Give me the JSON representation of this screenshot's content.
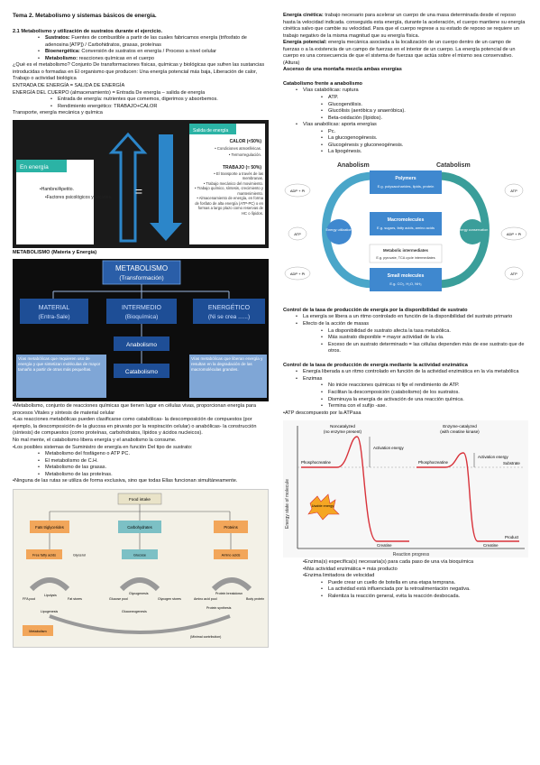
{
  "left": {
    "title": "Tema 2. Metabolismo y sistemas básicos de energía.",
    "section": "2.1 Metabolismo y utilización de sustratos durante el ejercicio.",
    "defs": [
      {
        "term": "Sustratos:",
        "text": " Fuentes de combustible a partir de las cuales fabricamos energía (trifosfato de adenosina [ATP]) / Carbohidratos, grasas, proteínas"
      },
      {
        "term": "Bioenergética:",
        "text": " Conversión de sustratos en energía / Proceso a nivel celular"
      },
      {
        "term": "Metabolismo:",
        "text": " reacciones químicas en el cuerpo"
      }
    ],
    "q": "¿Qué es el metabolismo? Conjunto De transformaciones físicas, químicas y biológicas que sufren las sustancias introducidas o formadas en El organismo que producen: Una energía potencial más baja, Liberación de calor, Trabajo o actividad biológica",
    "line1": "ENTRADA DE ENERGÍA = SALIDA DE ENERGÍA",
    "line2": "ENERGÍA DEL CUERPO (almacenamiento) = Entrada De energía – salida de energía",
    "sub1": "Entrada de energía: nutrientes que comemos, digerimos y absorbemos.",
    "sub2": "Rendimiento energético: TRABAJO+CALOR",
    "line3": "Transporte, energía mecánica y química",
    "metab_title": "METABOLISMO (Materia y Energía)",
    "p1": "•Metabolismo, conjunto de reacciones químicas que tienen lugar en células vivas, proporcionan energía para procesos Vitales y síntesis de material celular",
    "p2": "•Las reacciones metabólicas pueden clasificarse como catabólicas- la descomposición de compuestos (por ejemplo, la descomposición de la glucosa en piruvato por la respiración celular) o anabólicas- la construcción (síntesis) de compuestos (como proteínas, carbohidratos, lípidos y ácidos nucleicos).",
    "p3": "No mal mente, el catabolismo libera energía y el anabolismo la consume.",
    "p4": "•Los posibles sistemas de Suministro de energía en función Del tipo de sustrato:",
    "systems": [
      "Metabolismo del fosfágeno o ATP PC.",
      "El metabolismo de C.H.",
      "Metabolismo de las grasas.",
      "Metabolismo de las proteínas."
    ],
    "p5": "•Ninguna de las rutas se utiliza de forma exclusiva, sino que todas Ellas funcionan simultáneamente."
  },
  "fig_energy": {
    "input_title": "En energía",
    "input_items": [
      "•Hambre/Apetito.",
      "•Factores psicológicos y sociales."
    ],
    "output_title": "Salida de energía",
    "heat_title": "CALOR (<50%)",
    "heat_items": [
      "• Condiciones atmosféricas.",
      "• Termorregulación."
    ],
    "work_title": "TRABAJO (≈ 50%)",
    "work_items": [
      "• El transporte a través de las membranas.",
      "• Trabajo mecánico del movimiento.",
      "• Trabajo químico, síntesis, crecimiento y mantenimiento.",
      "• Almacenamiento de energía, en forma de fosfato de alta energía (ATP-PC) o en formas a largo plazo como reservas de HC o lípidos."
    ]
  },
  "fig_meta": {
    "top1": "METABOLISMO",
    "top2": "(Transformación)",
    "b1a": "MATERIAL",
    "b1b": "(Entra-Sale)",
    "b2a": "INTERMEDIO",
    "b2b": "(Bioquímica)",
    "b3a": "ENERGÉTICO",
    "b3b": "(Ni se crea ......)",
    "ana": "Anabolismo",
    "cat": "Catabolismo",
    "left_note": "Vías metabólicas que requieren uso de energía y que sintetizan moléculas de mayor tamaño a partir de otras más pequeñas.",
    "right_note": "Vías metabólicas que liberan energía y resultan en la degradación de las macromoléculas grandes."
  },
  "fig_path": {
    "food": "Food intake",
    "n1": "Fats triglycerides",
    "n2": "Carbohydrates",
    "n3": "Proteins",
    "n4": "Free fatty acids",
    "n5": "Glycerol",
    "n6": "Glucose",
    "n7": "Amino acids",
    "r1": "FFA pool",
    "r2": "Lipolysis",
    "r3": "Fat stores",
    "r4": "Glucose pool",
    "r5": "Glycogenesis",
    "r6": "Glycogen stores",
    "r7": "Amino acid pool",
    "r8": "Protein breakdown",
    "r9": "Body protein",
    "r10": "Lipogenesis",
    "r11": "Gluconeogenesis",
    "r12": "Metabolism",
    "r13": "(Minimal contribution)",
    "r14": "Protein synthesis"
  },
  "right": {
    "ek": "Energía cinética:",
    "ek_t": " trabajo necesario para acelerar un cuerpo de una masa determinada desde el reposo hasta la velocidad indicada. conseguida esta energía, durante la aceleración, el cuerpo mantiene su energía cinética salvo que cambie su velocidad. Para que el cuerpo regrese a su estado de reposo se requiere un trabajo negativo de la misma magnitud que su energía física.",
    "ep": "Energía potencial:",
    "ep_t": " energía mecánica asociada a la localización de un cuerpo dentro de un campo de fuerzas o a la existencia de un campo de fuerzas en el interior de un cuerpo. La energía potencial de un cuerpo es una consecuencia de que el sistema de fuerzas que actúa sobre el mismo sea conservativo. (Altura)",
    "asc": "Ascenso de una montaña mezcla ambas energías",
    "cat_title": "Catabolismo frente a anabolismo",
    "cat_routes": "Vías catabólicas: ruptura",
    "cat_items": [
      "ATP.",
      "Glucogenólisis.",
      "Glucólisis (aeróbica y anaeróbica).",
      "Beta-oxidación (lípidos)."
    ],
    "ana_routes": "Vías anabólicas: aporta energías",
    "ana_items": [
      "Pc.",
      "La glucogenogénesis.",
      "Glucogénesis y gluconeogénesis.",
      "La lipogénesis."
    ],
    "c1_title": "Control de la tasa de producción de energía por la disponibilidad de sustrato",
    "c1_a": "La energía se libera a un ritmo controlado en función de la disponibilidad del sustrato primario",
    "c1_b": "Efecto de la acción de masas",
    "c1_items": [
      "La disponibilidad de sustrato afecta la tasa metabólica.",
      "Más sustrato disponible = mayor actividad de la vía.",
      "Exceso de un sustrato determinado = las células dependen más de ese sustrato que de otros."
    ],
    "c2_title": "Control de la tasa de producción de energía mediante la actividad enzimática",
    "c2_a": "Energía liberada a un ritmo controlado en función de la actividad enzimática en la vía metabólica",
    "c2_b": "Enzimas",
    "c2_items": [
      "No inicie reacciones químicas ni fije el rendimiento de ATP.",
      "Facilitan la descomposición (catabolismo) de los sustratos.",
      "Disminuya la energía de activación de una reacción química.",
      "Termina con el sufijo -ase."
    ],
    "c2_c": "•ATP descompuesto por la ATPasa",
    "c3_items": [
      "•Enzima(s) específica(s) necesaria(s) para cada paso de una vía bioquímica",
      "•Más actividad enzimática = más producto",
      "•Enzima limitadora de velocidad"
    ],
    "c3_sub": [
      "Puede crear un cuello de botella en una etapa temprana.",
      "La actividad está influenciada por la retroalimentación negativa.",
      "Ralentiza la reacción general, evita la reacción desbocada."
    ]
  },
  "fig_cycle": {
    "ana": "Anabolism",
    "cat": "Catabolism",
    "poly": "Polymers",
    "poly_eg": "E.g. polysaccharides, lipids, protein",
    "macro": "Macromolecules",
    "macro_eg": "E.g. sugars, fatty acids, amino acids",
    "inter": "Metabolic intermediates",
    "inter_eg": "E.g. pyruvate, TCA cycle intermediates",
    "small": "Small molecules",
    "small_eg": "E.g. CO₂, H₂O, NH₃",
    "eu": "Energy utilization",
    "ec": "Energy conservation",
    "adp": "ADP + Pi",
    "atp": "ATP"
  },
  "fig_enz": {
    "t1": "Noncatalyzed",
    "t1b": "(no enzyme present)",
    "t2": "Enzyme-catalyzed",
    "t2b": "(with creatine kinase)",
    "ylabel": "Energy state of molecule",
    "xlabel": "Reaction progress",
    "act": "Activation energy",
    "act2": "Activation energy",
    "pc": "Phosphocreatine",
    "pc2": "Phosphocreatine",
    "cr": "Creatine",
    "cr2": "Creatine",
    "sub": "Substrate",
    "prod": "Product",
    "usable": "Usable energy"
  }
}
